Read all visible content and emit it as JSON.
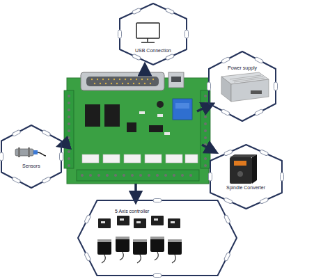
{
  "diagram": {
    "nodes": [
      {
        "text": [
          "USB Connection"
        ]
      },
      {
        "text": [
          "Power supply"
        ]
      },
      {
        "text": [
          "Sensors"
        ]
      },
      {
        "text": [
          "Spindle Converter"
        ]
      },
      {
        "text": [
          "5 Axis controller"
        ]
      }
    ]
  }
}
